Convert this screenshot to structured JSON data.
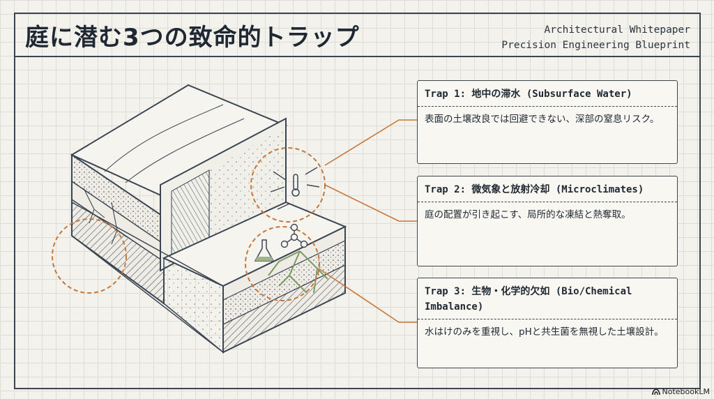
{
  "header": {
    "title": "庭に潜む3つの致命的トラップ",
    "subtitle_line1": "Architectural Whitepaper",
    "subtitle_line2": "Precision Engineering Blueprint"
  },
  "traps": [
    {
      "heading": "Trap 1: 地中の滞水 (Subsurface Water)",
      "description": "表面の土壌改良では回避できない、深部の窒息リスク。"
    },
    {
      "heading": "Trap 2: 微気象と放射冷却 (Microclimates)",
      "description": "庭の配置が引き起こす、局所的な凍結と熱奪取。"
    },
    {
      "heading": "Trap 3: 生物・化学的欠如 (Bio/Chemical Imbalance)",
      "description": "水はけのみを重視し、pHと共生菌を無視した土壌設計。"
    }
  ],
  "footer": {
    "brand": "NotebookLM"
  },
  "colors": {
    "ink": "#3b4552",
    "accent": "#c5763a",
    "root_green": "#7c9a63",
    "paper": "#f3f2ec"
  },
  "icons": [
    "thermometer-icon",
    "flask-icon",
    "molecule-icon",
    "notebooklm-logo-icon"
  ]
}
